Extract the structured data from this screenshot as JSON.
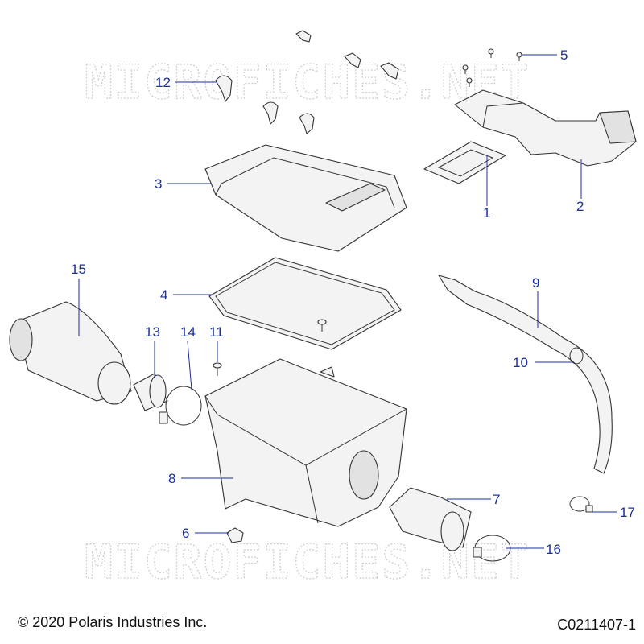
{
  "watermark": "MICROFICHES.NET",
  "copyright": "© 2020 Polaris Industries Inc.",
  "drawing_id": "C0211407-1",
  "callouts": {
    "c1": "1",
    "c2": "2",
    "c3": "3",
    "c4": "4",
    "c5": "5",
    "c6": "6",
    "c7": "7",
    "c8": "8",
    "c9": "9",
    "c10": "10",
    "c11": "11",
    "c12": "12",
    "c13": "13",
    "c14": "14",
    "c15": "15",
    "c16": "16",
    "c17": "17"
  },
  "colors": {
    "callout": "#1a2fa0",
    "line_art": "#333333",
    "watermark": "#cfcfcf"
  }
}
